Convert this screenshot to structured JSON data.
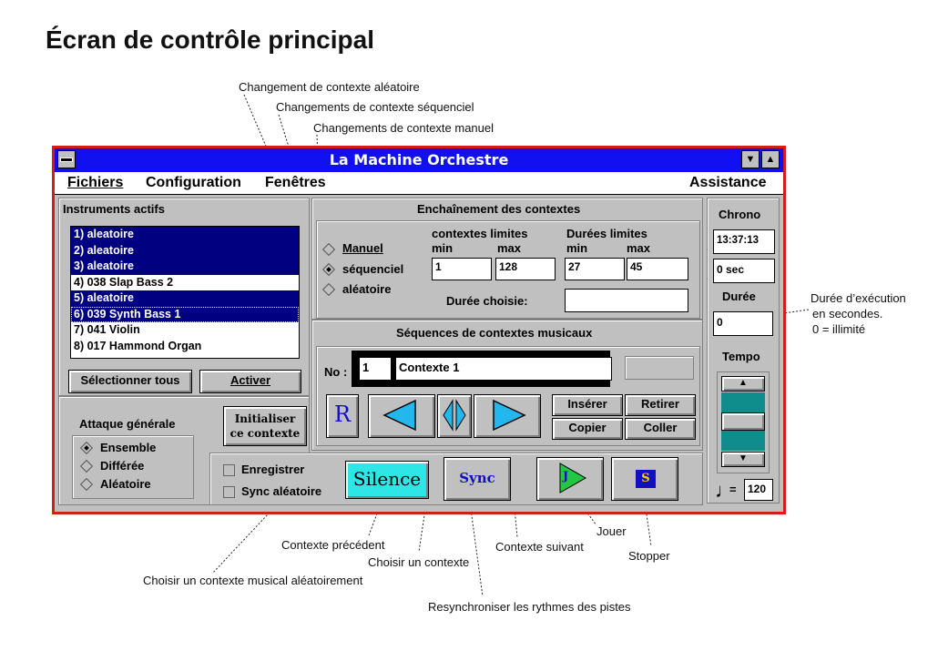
{
  "page_title": "Écran de contrôle principal",
  "annotations": {
    "random_change": "Changement de contexte aléatoire",
    "sequential_change": "Changements de contexte séquenciel",
    "manual_change": "Changements de contexte manuel",
    "duration_note_1": "Durée d’exécution",
    "duration_note_2": "en secondes.",
    "duration_note_3": "0 = illimité",
    "previous_context": "Contexte précédent",
    "choose_context": "Choisir un contexte",
    "random_musical_context": "Choisir un contexte musical aléatoirement",
    "next_context": "Contexte suivant",
    "resync": "Resynchroniser les rythmes des pistes",
    "play": "Jouer",
    "stop": "Stopper"
  },
  "window": {
    "title": "La Machine Orchestre",
    "menu": {
      "files": "Fichiers",
      "config": "Configuration",
      "windows": "Fenêtres",
      "help": "Assistance"
    }
  },
  "instruments": {
    "header": "Instruments actifs",
    "items": [
      {
        "label": "1) aleatoire",
        "selected": true
      },
      {
        "label": "2) aleatoire",
        "selected": true
      },
      {
        "label": "3) aleatoire",
        "selected": true
      },
      {
        "label": "4) 038 Slap Bass 2",
        "selected": false
      },
      {
        "label": "5) aleatoire",
        "selected": true
      },
      {
        "label": "6) 039 Synth Bass 1",
        "selected": true
      },
      {
        "label": "7) 041 Violin",
        "selected": false
      },
      {
        "label": "8) 017 Hammond Organ",
        "selected": false
      }
    ],
    "select_all": "Sélectionner tous",
    "activate": "Activer"
  },
  "attack": {
    "header": "Attaque générale",
    "options": [
      "Ensemble",
      "Différée",
      "Aléatoire"
    ],
    "selected": "Ensemble",
    "init_line1": "Initialiser",
    "init_line2": "ce contexte"
  },
  "chain": {
    "header": "Enchaînement des contextes",
    "modes": [
      "Manuel",
      "séquenciel",
      "aléatoire"
    ],
    "selected_mode": "séquenciel",
    "limits_header": "contextes limites",
    "durations_header": "Durées limites",
    "min": "min",
    "max": "max",
    "ctx_min": "1",
    "ctx_max": "128",
    "dur_min": "27",
    "dur_max": "45",
    "chosen_duration_label": "Durée choisie:",
    "chosen_duration": ""
  },
  "chrono": {
    "header": "Chrono",
    "time": "13:37:13",
    "elapsed": "0 sec"
  },
  "duration": {
    "header": "Durée",
    "value": "0"
  },
  "tempo": {
    "header": "Tempo",
    "value": "120",
    "equals": "="
  },
  "sequences": {
    "header": "Séquences de contextes musicaux",
    "no_label": "No :",
    "number": "1",
    "name": "Contexte 1",
    "insert": "Insérer",
    "remove": "Retirer",
    "copy": "Copier",
    "paste": "Coller",
    "random_btn": "R"
  },
  "controls": {
    "record": "Enregistrer",
    "random_sync": "Sync aléatoire",
    "silence": "Silence",
    "sync": "Sync",
    "play_glyph": "J",
    "stop_glyph": "S"
  },
  "colors": {
    "titlebar": "#1010f0",
    "window_border": "#d41c1c",
    "silence": "#2ee6e6",
    "tempo_track": "#0f8c8c",
    "selection": "#000080"
  }
}
